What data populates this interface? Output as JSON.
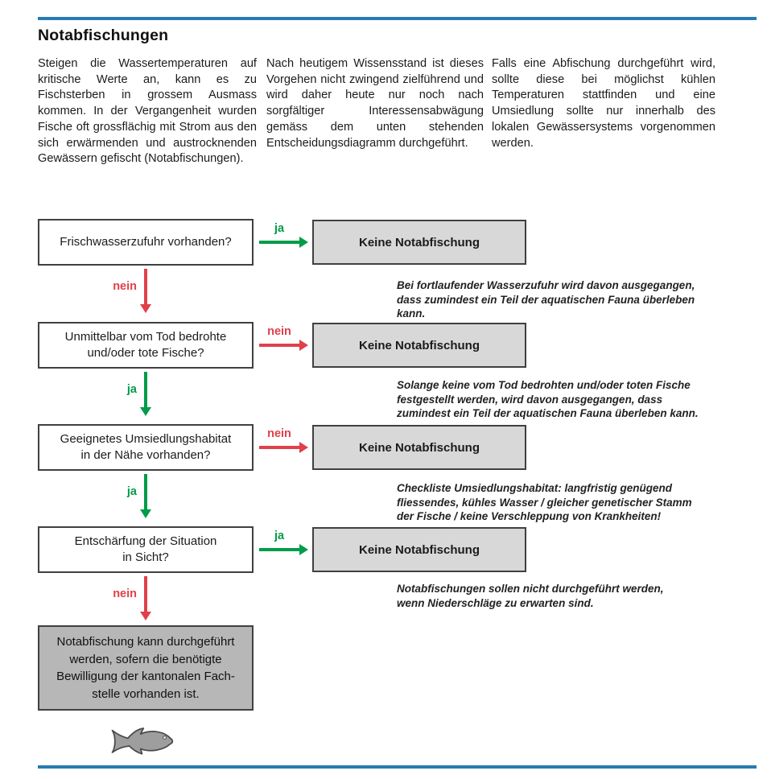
{
  "title": "Notabfischungen",
  "intro": {
    "col1": "Steigen die Wassertemperaturen auf kritische Werte an, kann es zu Fischsterben in grossem Ausmass kommen. In der Vergangenheit wurden Fische oft grossflächig mit Strom aus den sich erwärmenden und austrocknenden Gewässern gefischt (Notabfischungen).",
    "col2": "Nach heutigem Wissensstand ist dieses Vorgehen nicht zwingend zielführend und wird daher heute nur noch nach sorgfältiger Interessensabwägung gemäss dem unten stehenden Entscheidungsdiagramm durchgeführt.",
    "col3": "Falls eine Abfischung durchgeführt wird, sollte diese bei möglichst kühlen Temperaturen stattfinden und eine Umsiedlung sollte nur innerhalb des lokalen Gewässersystems vorgenommen werden."
  },
  "flow": {
    "steps": [
      {
        "question_lines": [
          "Frischwasserzufuhr vorhanden?"
        ],
        "side_label": "ja",
        "side_color": "green",
        "down_label": "nein",
        "down_color": "red",
        "result": "Keine Notabfischung",
        "note_lines": [
          "Bei fortlaufender Wasserzufuhr wird davon ausgegangen,",
          "dass zumindest ein Teil der aquatischen Fauna überleben",
          "kann."
        ]
      },
      {
        "question_lines": [
          "Unmittelbar vom Tod bedrohte",
          "und/oder tote Fische?"
        ],
        "side_label": "nein",
        "side_color": "red",
        "down_label": "ja",
        "down_color": "green",
        "result": "Keine Notabfischung",
        "note_lines": [
          "Solange keine vom Tod bedrohten und/oder toten Fische",
          "festgestellt werden, wird davon ausgegangen, dass",
          "zumindest ein Teil der aquatischen Fauna überleben kann."
        ]
      },
      {
        "question_lines": [
          "Geeignetes Umsiedlungshabitat",
          "in der Nähe vorhanden?"
        ],
        "side_label": "nein",
        "side_color": "red",
        "down_label": "ja",
        "down_color": "green",
        "result": "Keine Notabfischung",
        "note_lines": [
          "Checkliste Umsiedlungshabitat: langfristig genügend",
          "fliessendes, kühles Wasser / gleicher genetischer Stamm",
          "der Fische / keine Verschleppung von Krankheiten!"
        ]
      },
      {
        "question_lines": [
          "Entschärfung der Situation",
          "in Sicht?"
        ],
        "side_label": "ja",
        "side_color": "green",
        "down_label": "nein",
        "down_color": "red",
        "result": "Keine Notabfischung",
        "note_lines": [
          "Notabfischungen sollen nicht durchgeführt werden,",
          "wenn Niederschläge zu erwarten sind."
        ]
      }
    ],
    "final_lines": [
      "Notabfischung kann durchgeführt",
      "werden, sofern die benötigte",
      "Bewilligung der kantonalen Fach-",
      "stelle vorhanden ist."
    ]
  },
  "icons": {
    "fish": "fish-icon"
  },
  "colors": {
    "rule_blue": "#2a7ab1",
    "green": "#009c49",
    "red": "#e0404a",
    "result_box_fill": "#d8d8d8",
    "final_box_fill": "#b7b7b7",
    "box_border": "#404040"
  }
}
